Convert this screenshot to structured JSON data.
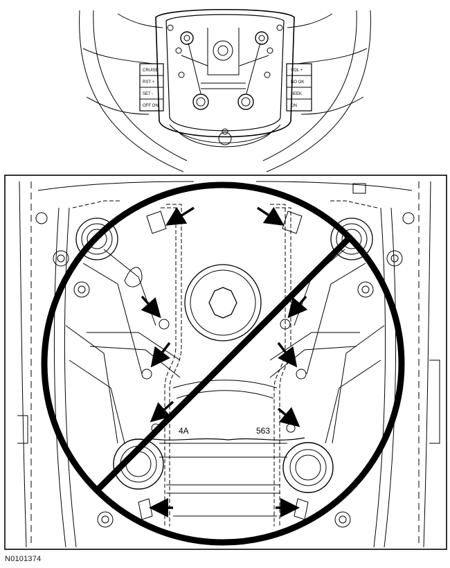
{
  "figure_id": "N0101374",
  "top_view": {
    "left_buttons": [
      "CRUISE",
      "RST +",
      "SET -",
      "OFF  ON"
    ],
    "right_buttons": [
      "VOL +",
      "NO  OK",
      "SEEK",
      "ON"
    ]
  },
  "detail_view": {
    "part_marks": [
      "4A",
      "563"
    ]
  },
  "colors": {
    "ink": "#000000",
    "paper": "#ffffff"
  }
}
